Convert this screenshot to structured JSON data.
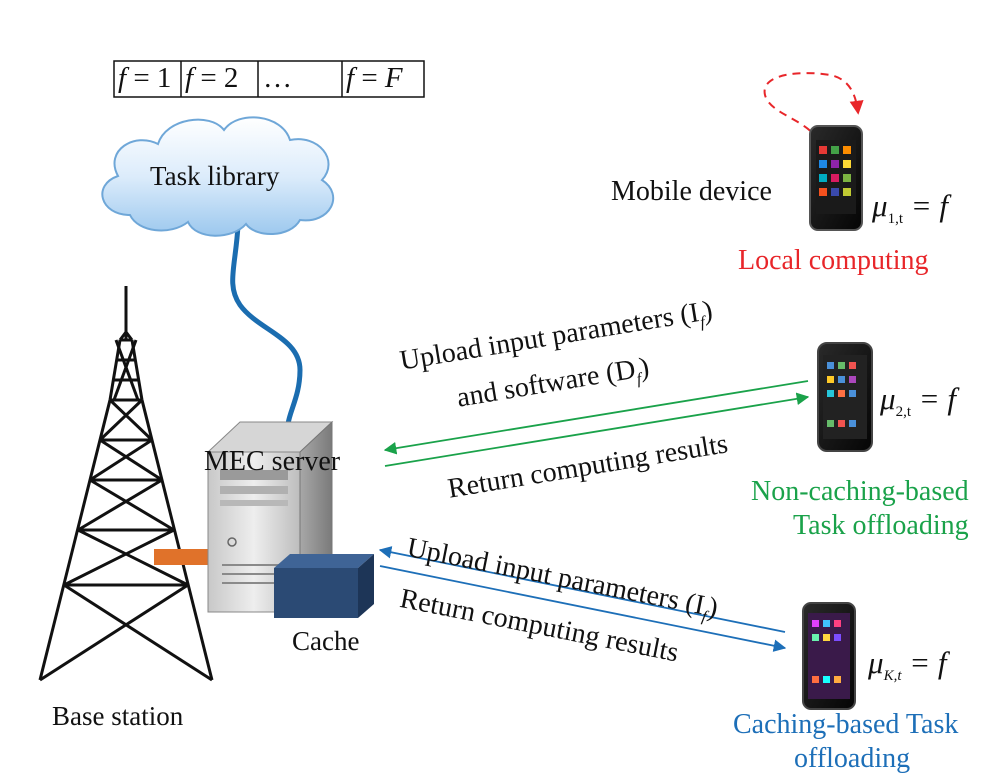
{
  "task_library": {
    "label": "Task library",
    "cells": [
      {
        "var": "f",
        "eq": " = ",
        "val": "1"
      },
      {
        "var": "f",
        "eq": " = ",
        "val": "2"
      },
      {
        "var": "",
        "eq": "",
        "val": "…"
      },
      {
        "var": "f",
        "eq": " = ",
        "val": "F"
      }
    ]
  },
  "mec_server": {
    "label": "MEC server"
  },
  "cache": {
    "label": "Cache"
  },
  "base_station": {
    "label": "Base station"
  },
  "local": {
    "device_label": "Mobile device",
    "mode_label": "Local computing",
    "mu_symbol": "μ",
    "mu_subscript": "1,t",
    "mu_rhs": "= f"
  },
  "noncaching": {
    "upload_line1": "Upload input parameters (I",
    "upload_sub1": "f",
    "upload_close1": ")",
    "upload_line2": "and software (D",
    "upload_sub2": "f",
    "upload_close2": ")",
    "return_label": "Return computing results",
    "mode_line1": "Non-caching-based",
    "mode_line2": "Task offloading",
    "mu_symbol": "μ",
    "mu_subscript": "2,t",
    "mu_rhs": "= f"
  },
  "caching": {
    "upload_line": "Upload input parameters (I",
    "upload_sub": "f",
    "upload_close": ")",
    "return_label": "Return computing results",
    "mode_line1": "Caching-based Task",
    "mode_line2": "offloading",
    "mu_symbol": "μ",
    "mu_subscript": "K,t",
    "mu_rhs": "= f"
  },
  "colors": {
    "local": "#e8262a",
    "noncaching": "#1aa24a",
    "caching": "#1d6fb8",
    "cable": "#1b6db0",
    "cache_box": "#2b4a74",
    "bs_connector": "#e0722a"
  }
}
